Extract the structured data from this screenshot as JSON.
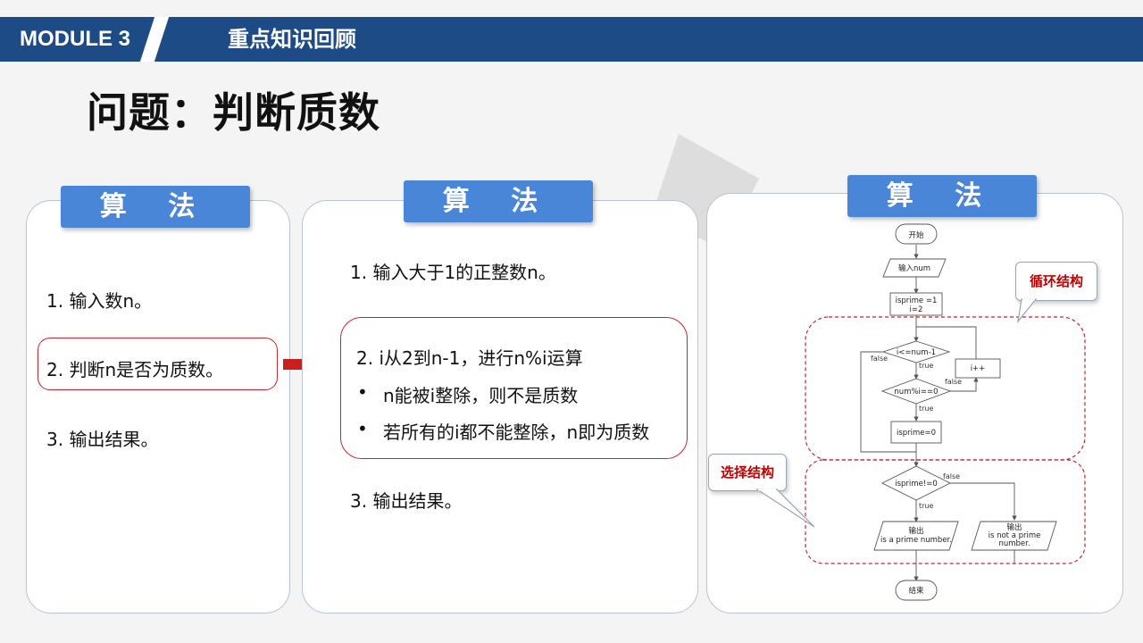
{
  "header": {
    "module": "MODULE 3",
    "title": "重点知识回顾"
  },
  "page_title": "问题：判断质数",
  "panel1": {
    "tag": "算 法",
    "steps": [
      "1. 输入数n。",
      "2. 判断n是否为质数。",
      "3.  输出结果。"
    ]
  },
  "panel2": {
    "tag": "算 法",
    "step1": "1. 输入大于1的正整数n。",
    "step2": "2. i从2到n-1，进行n%i运算",
    "bullet_mark": "•",
    "bullets": [
      "n能被i整除，则不是质数",
      "若所有的i都不能整除，n即为质数"
    ],
    "step3": "3.  输出结果。"
  },
  "panel3": {
    "tag": "算 法",
    "flowchart": {
      "start": "开始",
      "input": "输入num",
      "init_line1": "isprime =1",
      "init_line2": "i=2",
      "cond_loop": "i<=num-1",
      "cond_mod": "num%i==0",
      "inc": "i++",
      "set_zero": "isprime=0",
      "cond_prime": "isprime!=0",
      "out_prime_l1": "输出",
      "out_prime_l2": "is a prime number.",
      "out_not_l1": "输出",
      "out_not_l2": "is not a prime",
      "out_not_l3": "number.",
      "end": "结束",
      "label_true": "true",
      "label_false": "false"
    },
    "callout_loop": "循环结构",
    "callout_select": "选择结构"
  },
  "colors": {
    "header_bg": "#1c4b86",
    "tag_bg": "#4a86d8",
    "accent_red": "#c0282e",
    "callout_text": "#c00000"
  },
  "arrow_icon": "right-arrow-icon"
}
